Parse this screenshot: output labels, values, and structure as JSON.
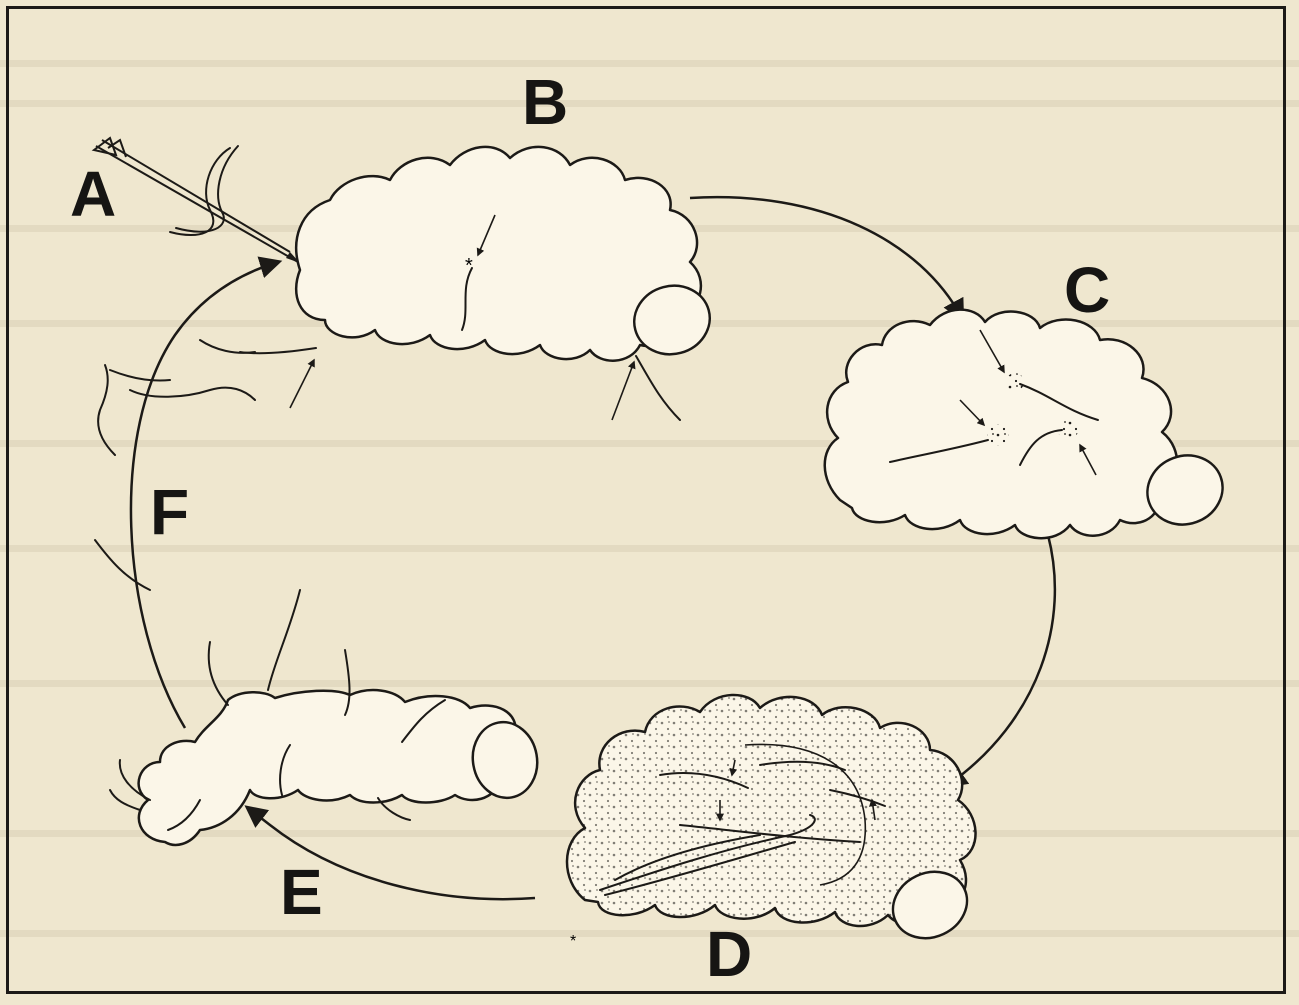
{
  "labels": {
    "a": "A",
    "b": "B",
    "c": "C",
    "d": "D",
    "e": "E",
    "f": "F"
  },
  "colors": {
    "ink": "#1c1a17",
    "paper": "#efe7cf"
  }
}
